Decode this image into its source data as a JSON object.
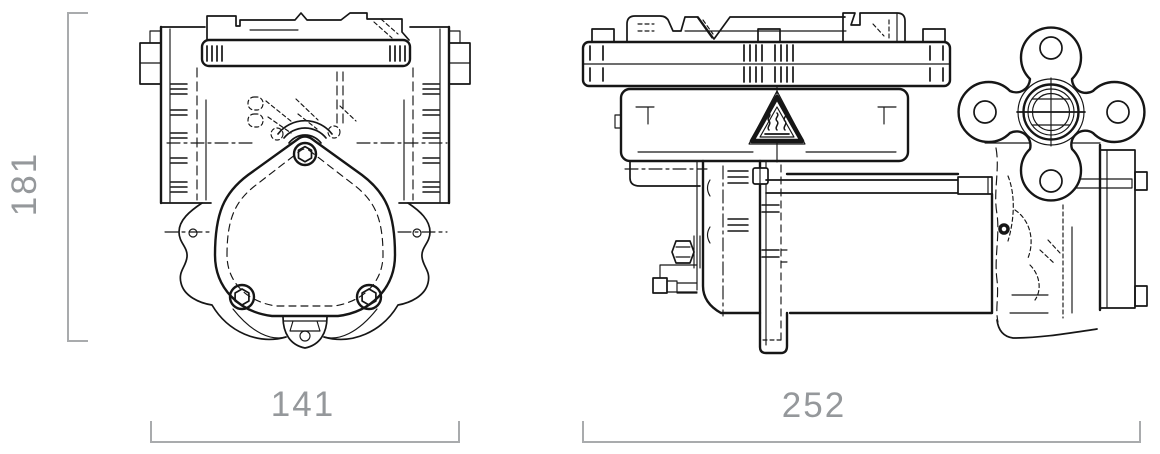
{
  "page": {
    "type": "technical-dimension-drawing",
    "background": "#ffffff"
  },
  "views": {
    "front": {
      "name": "front-view"
    },
    "side": {
      "name": "side-view"
    }
  },
  "dimensions": {
    "front_height": "181",
    "front_width": "141",
    "side_width": "252"
  },
  "symbols": {
    "hot_surface_warning": "hot-surface-warning-triangle-icon"
  },
  "colors": {
    "line": "#161616",
    "dimension_line": "#a9abad",
    "dimension_text": "#95989b"
  }
}
